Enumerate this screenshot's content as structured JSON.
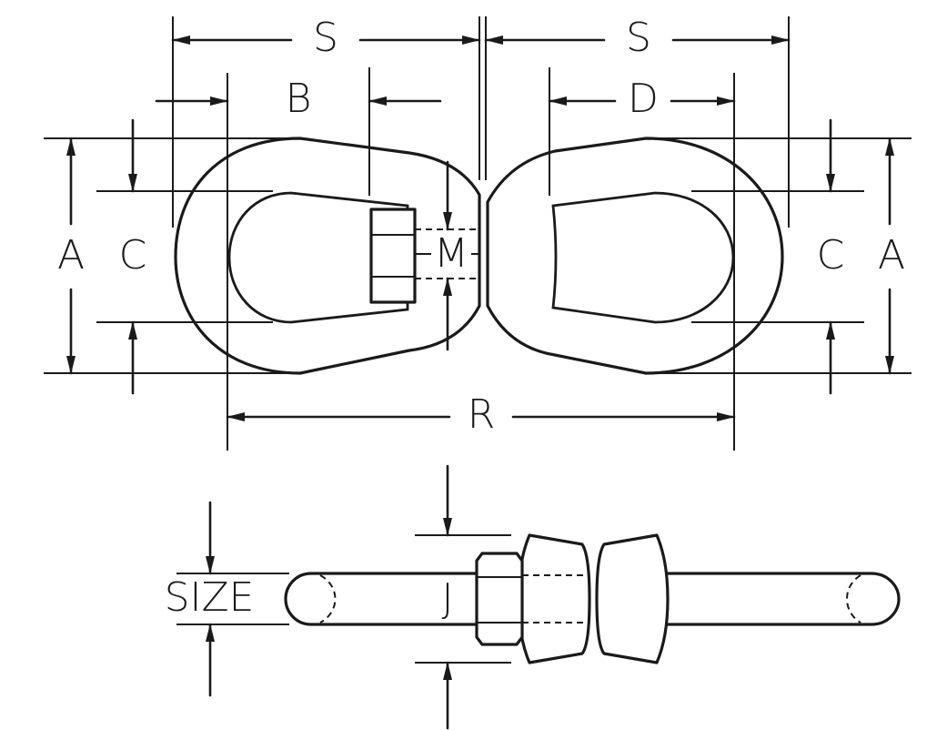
{
  "diagram": {
    "labels": {
      "s_left": "S",
      "s_right": "S",
      "b": "B",
      "d": "D",
      "a_left": "A",
      "a_right": "A",
      "c_left": "C",
      "c_right": "C",
      "m": "M",
      "r": "R",
      "size": "SIZE",
      "j": "J"
    }
  }
}
